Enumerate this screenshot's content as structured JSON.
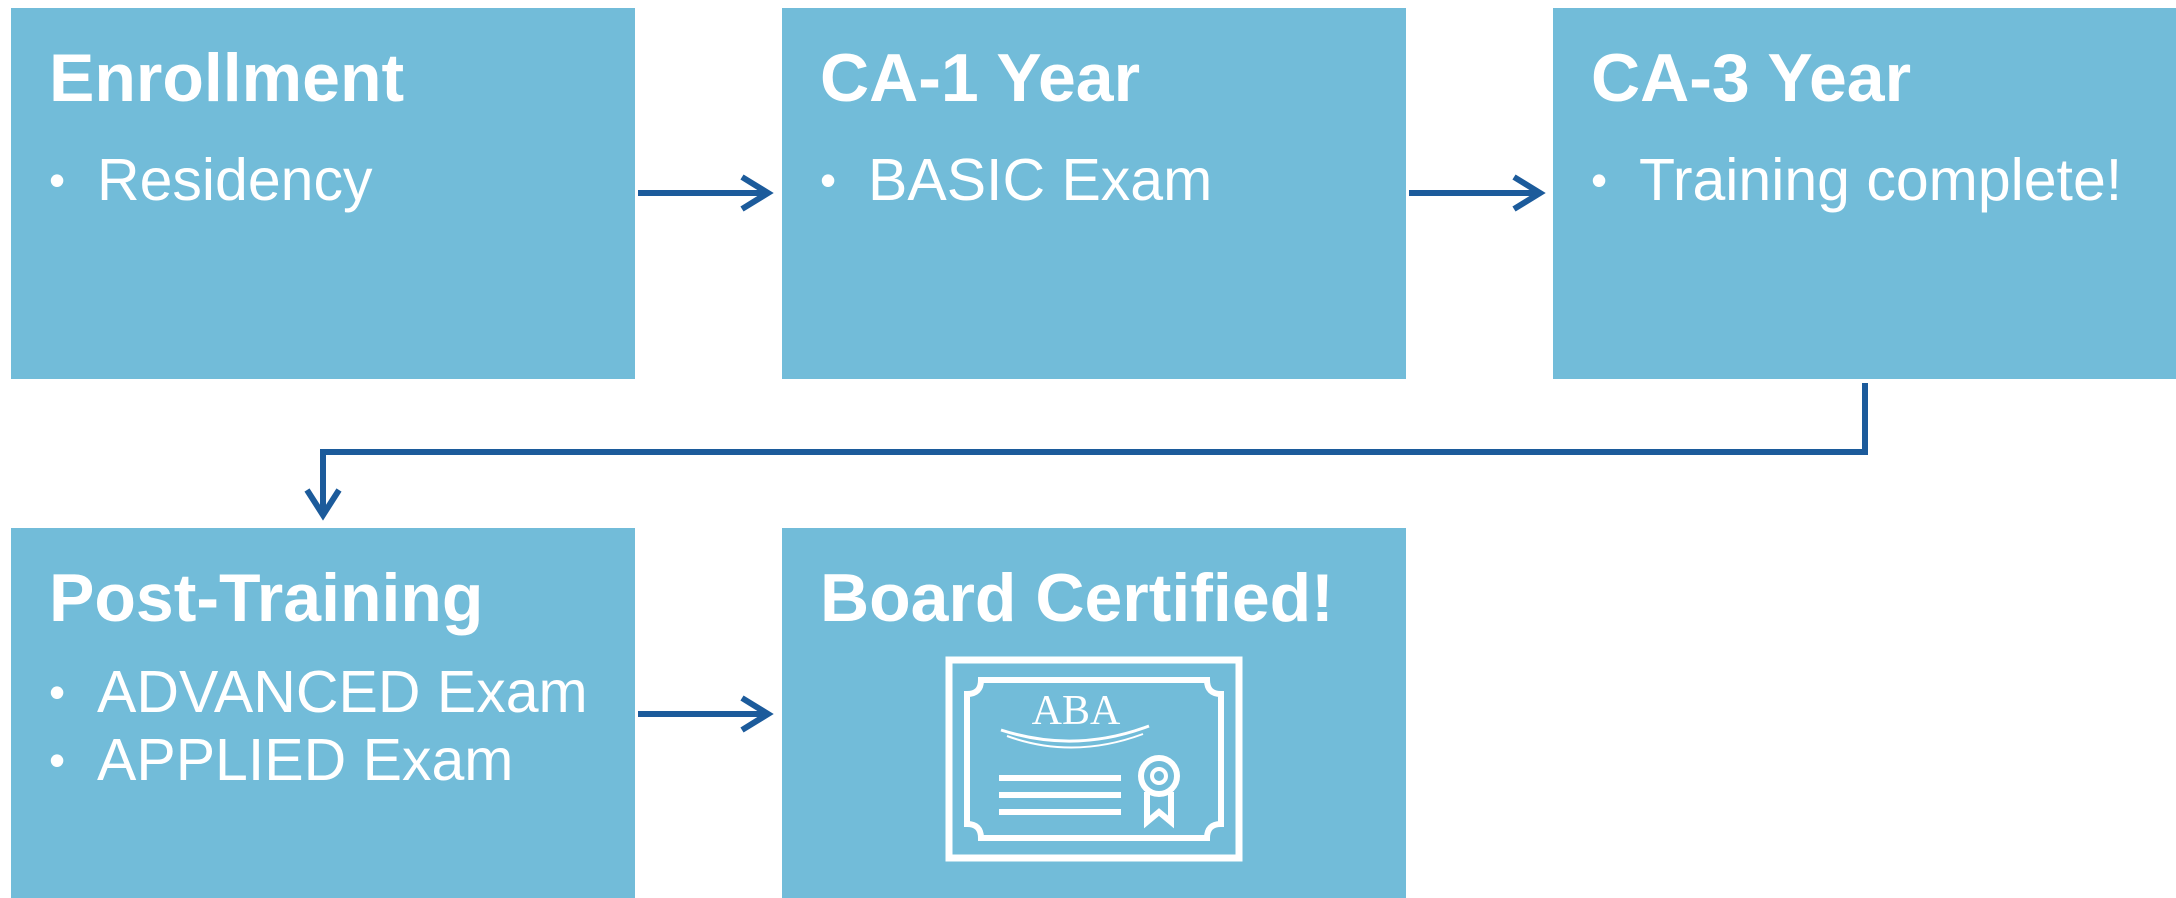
{
  "diagram": {
    "colors": {
      "box": "#72bcd9",
      "text": "#ffffff",
      "arrow": "#1c5b9b"
    },
    "stages": {
      "enrollment": {
        "title": "Enrollment",
        "items": [
          "Residency"
        ]
      },
      "ca1": {
        "title": "CA-1 Year",
        "items": [
          "BASIC Exam"
        ]
      },
      "ca3": {
        "title": "CA-3 Year",
        "items": [
          "Training complete!"
        ]
      },
      "post": {
        "title": "Post-Training",
        "items": [
          "ADVANCED Exam",
          "APPLIED Exam"
        ]
      },
      "board": {
        "title": "Board Certified!",
        "icon": "certificate-icon",
        "certificate_text": "ABA"
      }
    },
    "connections": [
      {
        "from": "Enrollment",
        "to": "CA-1 Year"
      },
      {
        "from": "CA-1 Year",
        "to": "CA-3 Year"
      },
      {
        "from": "CA-3 Year",
        "to": "Post-Training"
      },
      {
        "from": "Post-Training",
        "to": "Board Certified!"
      }
    ]
  }
}
